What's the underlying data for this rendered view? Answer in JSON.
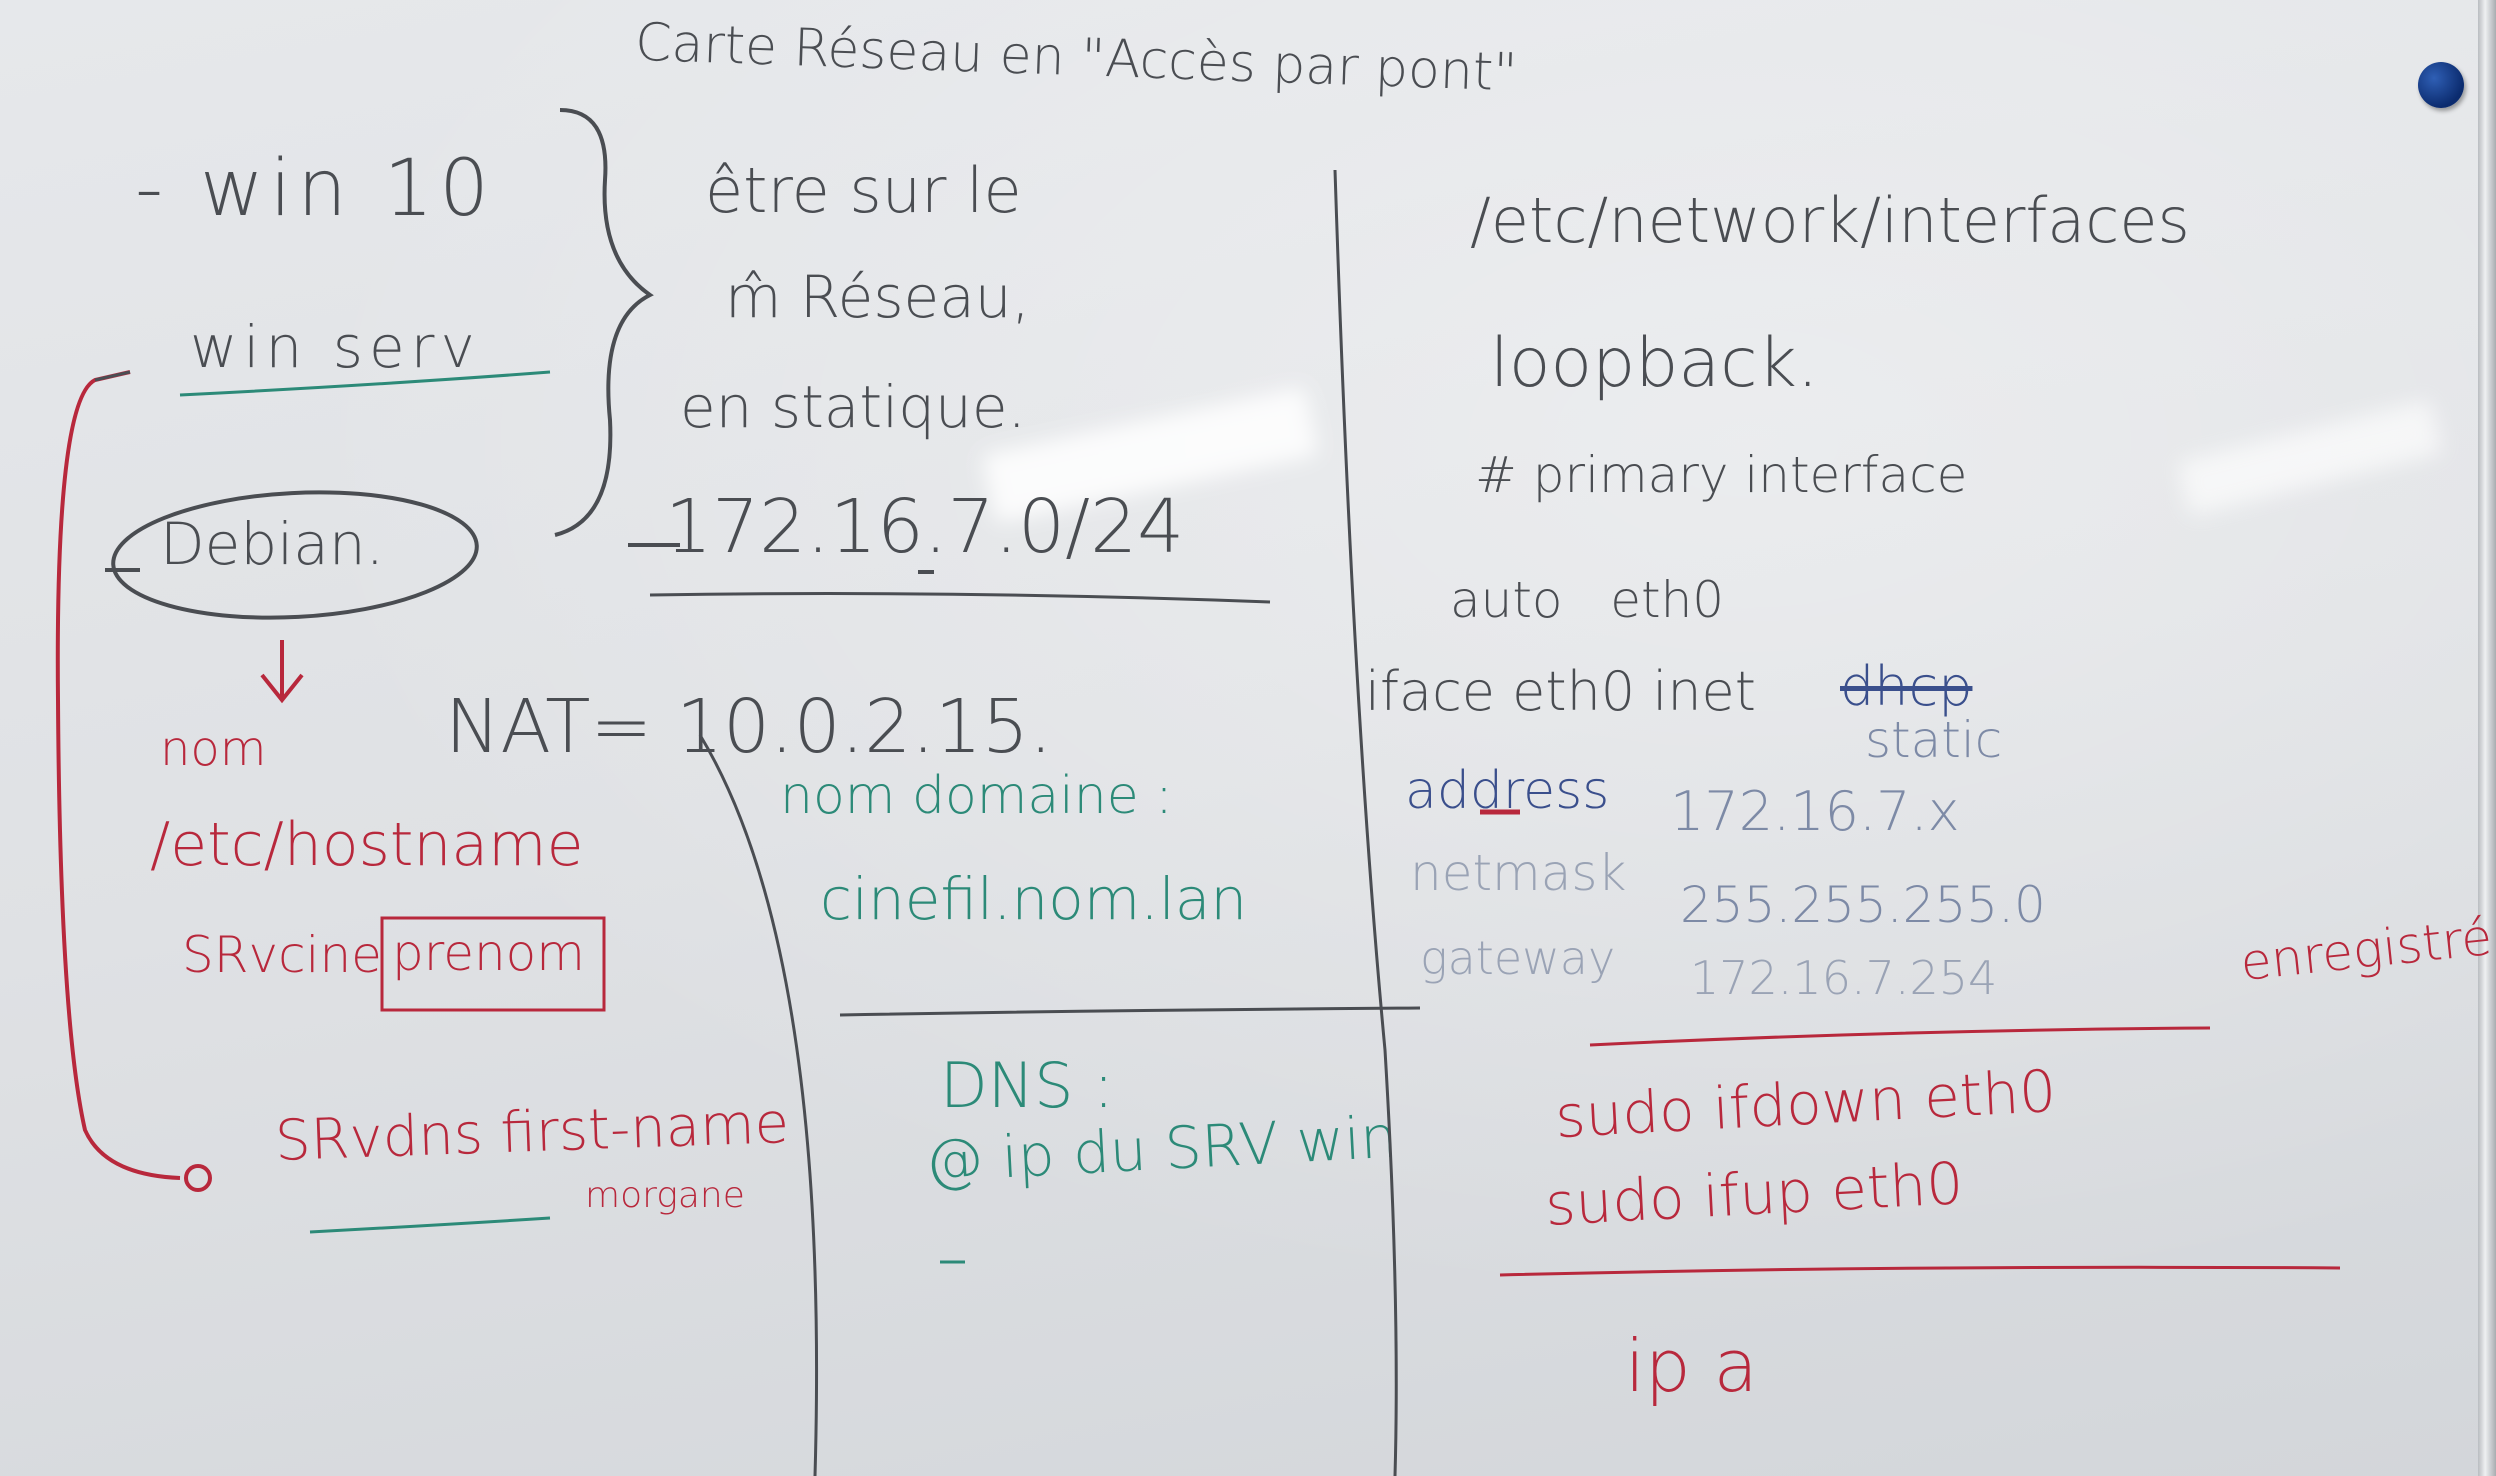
{
  "title": "Carte Réseau en \"Accès par pont\"",
  "left": {
    "win10": "- win 10",
    "winserv": "win serv",
    "debian": "Debian.",
    "nom": "nom",
    "hostname_path": "/etc/hostname",
    "srvcine": "SRvcine",
    "prenom": "prenom",
    "srvdns": "SRvdns first-name",
    "morgane": "morgane"
  },
  "middle": {
    "line1": "être sur le",
    "line2": "m̂ Réseau,",
    "line3": "en statique.",
    "network": "172.16.7.0/24",
    "nat": "NAT= 10.0.2.15.",
    "nom_domaine": "nom domaine :",
    "domain": "cinefil.nom.lan",
    "dns": "DNS :",
    "dns_value": "@ ip du SRV win"
  },
  "right": {
    "path": "/etc/network/interfaces",
    "loopback": "loopback.",
    "primary": "# primary interface",
    "auto": "auto   eth0",
    "iface": "iface eth0 inet",
    "dhcp": "dhcp",
    "static": "static",
    "address_label": "address",
    "address_value": "172.16.7.x",
    "netmask_label": "netmask",
    "netmask_value": "255.255.255.0",
    "gateway_label": "gateway",
    "gateway_value": "172.16.7.254",
    "enregistre": "enregistré",
    "ifdown": "sudo ifdown eth0",
    "ifup": "sudo ifup eth0",
    "ipa": "ip a"
  },
  "colors": {
    "gray_marker": "#4a4d52",
    "red_marker": "#b8283c",
    "teal_marker": "#2c8a78",
    "blue_marker": "#3a4f8c",
    "magnet": "#0b2b6e"
  },
  "icons": [
    "magnet-icon"
  ]
}
